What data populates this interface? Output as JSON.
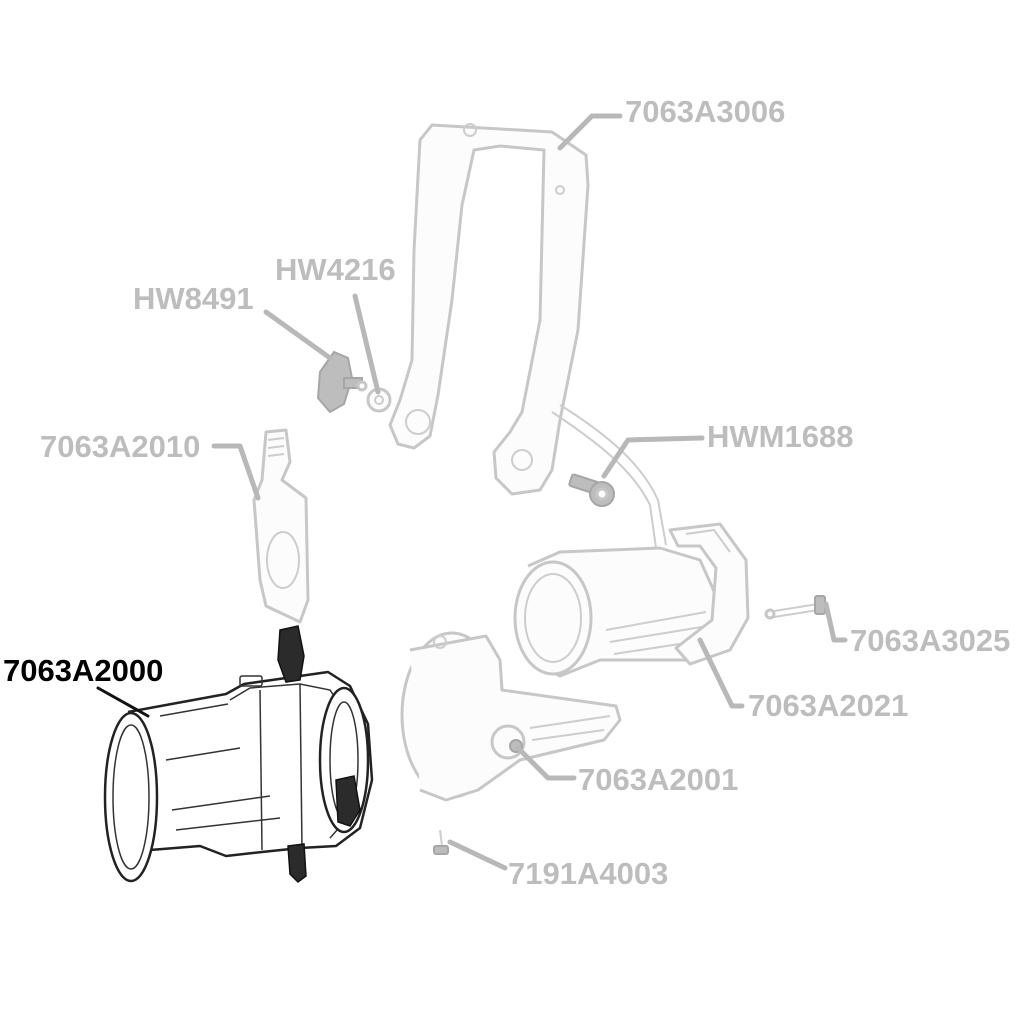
{
  "parts": [
    {
      "id": "yoke",
      "label": "7063A3006",
      "highlighted": false
    },
    {
      "id": "knob",
      "label": "HW8491",
      "highlighted": false
    },
    {
      "id": "washer",
      "label": "HW4216",
      "highlighted": false
    },
    {
      "id": "gobo-holder",
      "label": "7063A2010",
      "highlighted": false
    },
    {
      "id": "screw",
      "label": "HWM1688",
      "highlighted": false
    },
    {
      "id": "rod",
      "label": "7063A3025",
      "highlighted": false
    },
    {
      "id": "lens-tube-assembly",
      "label": "7063A2000",
      "highlighted": true
    },
    {
      "id": "barrel",
      "label": "7063A2021",
      "highlighted": false
    },
    {
      "id": "ring-housing",
      "label": "7063A2001",
      "highlighted": false
    },
    {
      "id": "small-screw",
      "label": "7191A4003",
      "highlighted": false
    }
  ],
  "colors": {
    "highlight": "#000000",
    "faded": "#bdbdbd",
    "background": "#ffffff"
  }
}
